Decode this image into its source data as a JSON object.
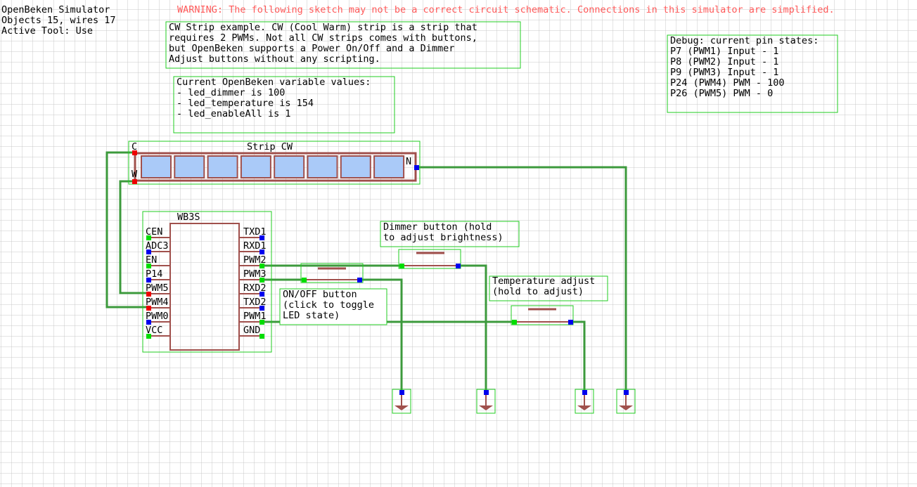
{
  "app": {
    "title": "OpenBeken Simulator",
    "stats": "Objects 15, wires 17",
    "active_tool": "Active Tool: Use"
  },
  "warning": "WARNING: The following sketch may not be a correct circuit schematic. Connections in this simulator are simplified.",
  "description_lines": [
    "CW Strip example. CW (Cool Warm) strip is a strip that",
    "requires 2 PWMs. Not all CW strips comes with buttons,",
    "but OpenBeken supports a Power On/Off and a Dimmer",
    "Adjust buttons without any scripting."
  ],
  "variables_lines": [
    "Current OpenBeken variable values:",
    "- led_dimmer is 100",
    "- led_temperature is 154",
    "- led_enableAll is 1"
  ],
  "debug_lines": [
    "Debug: current pin states:",
    "P7 (PWM1) Input - 1",
    "P8 (PWM2) Input - 1",
    "P9 (PWM3) Input - 1",
    "P24 (PWM4) PWM - 100",
    "P26 (PWM5) PWM - 0"
  ],
  "strip": {
    "title": "Strip CW",
    "pin_c": "C",
    "pin_w": "W",
    "pin_n": "N"
  },
  "chip": {
    "title": "WB3S",
    "left_pins": [
      "CEN",
      "ADC3",
      "EN",
      "P14",
      "PWM5",
      "PWM4",
      "PWM0",
      "VCC"
    ],
    "right_pins": [
      "TXD1",
      "RXD1",
      "PWM2",
      "PWM3",
      "RXD2",
      "TXD2",
      "PWM1",
      "GND"
    ]
  },
  "onoff_label_lines": [
    "ON/OFF button",
    "(click to toggle",
    "LED state)"
  ],
  "dimmer_label_lines": [
    "Dimmer button (hold",
    "to adjust brightness)"
  ],
  "temp_label_lines": [
    "Temperature adjust",
    "(hold to adjust)"
  ],
  "colors": {
    "grid": "#c8c8c8",
    "wire": "#3c9a3c",
    "box": "#22cc22",
    "component": "#a0504c",
    "warning": "#ff5a5a",
    "led": "#aacaf8",
    "pin_high": "#00dd00",
    "pin_low": "#0000ee",
    "pin_red": "#ee0000"
  }
}
